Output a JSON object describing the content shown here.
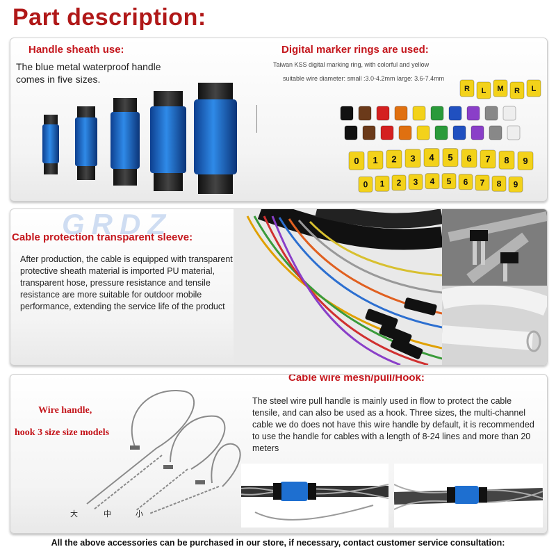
{
  "title": "Part description:",
  "panel1": {
    "left_heading": "Handle sheath use:",
    "left_text": "The blue metal waterproof handle comes in five sizes.",
    "right_heading": "Digital marker rings are used:",
    "right_line1": "Taiwan KSS digital marking ring, with colorful and yellow",
    "right_line2": "suitable wire diameter: small :3.0-4.2mm large: 3.6-7.4mm",
    "ring_letters": [
      "R",
      "L",
      "M",
      "R",
      "L"
    ],
    "ring_digits_row1": [
      "0",
      "1",
      "2",
      "3",
      "4",
      "5",
      "6",
      "7",
      "8",
      "9"
    ],
    "ring_digits_row2": [
      "0",
      "1",
      "2",
      "3",
      "4",
      "5",
      "6",
      "7",
      "8",
      "9"
    ]
  },
  "panel2": {
    "watermark": "GRDZ",
    "heading": "Cable protection transparent sleeve:",
    "text": "After production, the cable is equipped with transparent protective sheath material is imported PU material, transparent hose, pressure resistance and tensile resistance are more suitable for outdoor mobile performance, extending the service life of the product"
  },
  "panel3": {
    "left_label_line1": "Wire handle,",
    "left_label_line2": "hook 3 size size models",
    "size_labels": [
      "大",
      "中",
      "小"
    ],
    "heading": "Cable wire mesh/pull/Hook:",
    "text": "The steel wire pull handle is mainly used in flow to protect the cable tensile, and can also be used as a hook. Three sizes, the multi-channel cable we do does not have this wire handle by default, it is recommended to use the handle for cables with a length of 8-24 lines and more than 20 meters"
  },
  "footer": "All the above accessories can be purchased in our store, if necessary, contact customer service consultation:",
  "colors": {
    "heading_red": "#c4161c",
    "title_red": "#b01818",
    "handle_blue": "#1e6fd0",
    "ring_yellow": "#f3d21a"
  }
}
